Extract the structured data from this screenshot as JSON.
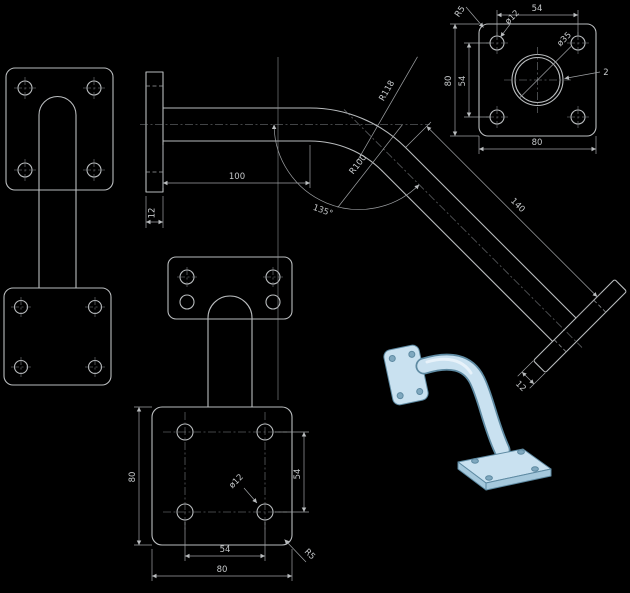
{
  "title": "bent-tube wall bracket technical drawing",
  "colors": {
    "background": "#000000",
    "line": "#b9bcbe",
    "dimension": "#9fa2a5",
    "text": "#c6c9cb",
    "model_face": "#c9e1f0",
    "model_edge": "#5e8aa2",
    "model_side": "#a5c8dc",
    "model_hole": "#7fa8bf",
    "model_highlight": "#ecf5fb"
  },
  "views": {
    "flange_plan": {
      "dims": {
        "hole_spacing_top": "54",
        "hole_dia": "ø12",
        "corner_radius": "R5",
        "tube_dia": "ø35",
        "wall_thickness": "2",
        "plate_height": "80",
        "hole_spacing_left": "54",
        "plate_width": "80"
      }
    },
    "main": {
      "dims": {
        "arm_horizontal": "100",
        "flange_thickness": "12",
        "bend_radius_outer": "R118",
        "bend_radius_inner": "R100",
        "bend_angle": "135°",
        "arm_diagonal": "140",
        "base_thickness": "12"
      }
    },
    "base_plan": {
      "dims": {
        "hole_spacing_right": "54",
        "plate_height": "80",
        "hole_spacing_bottom": "54",
        "plate_width": "80",
        "hole_dia": "ø12",
        "corner_radius": "R5"
      }
    }
  }
}
